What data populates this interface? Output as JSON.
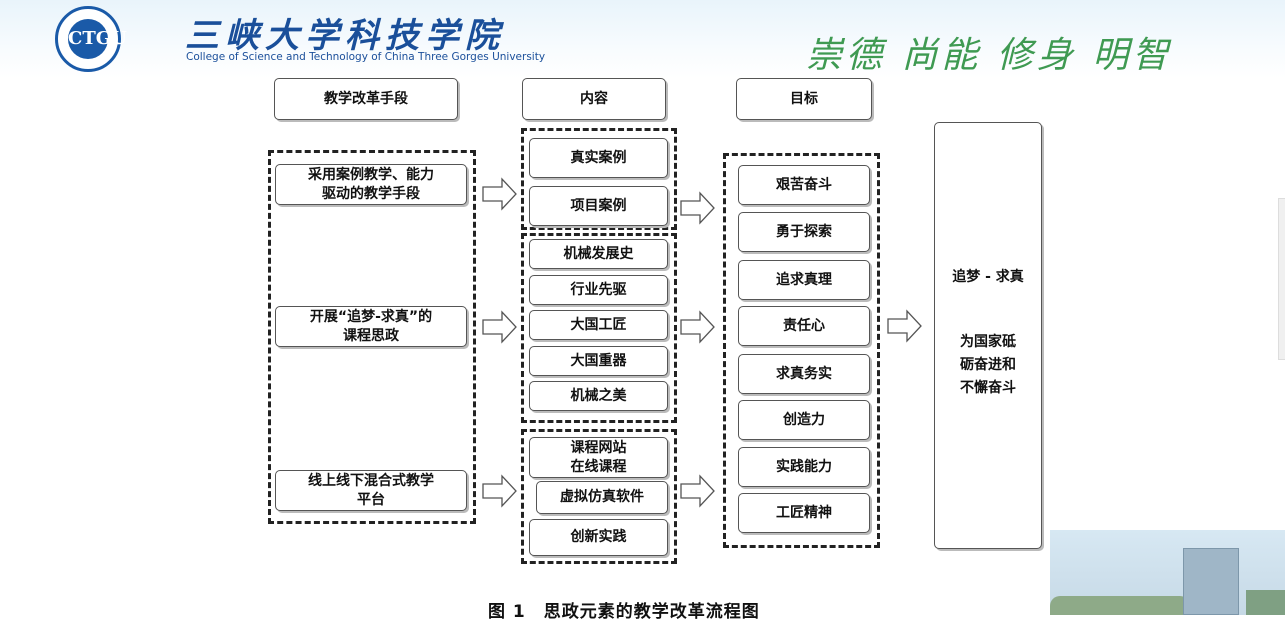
{
  "header": {
    "university_cn": "三峡大学科技学院",
    "university_en": "College of Science and Technology of China Three Gorges University",
    "motto": "崇德 尚能 修身 明智",
    "logo_text": "CTGU"
  },
  "figure": {
    "headers": [
      "教学改革手段",
      "内容",
      "目标"
    ],
    "methods": [
      "采用案例教学、能力\n驱动的教学手段",
      "开展“追梦-求真”的\n课程思政",
      "线上线下混合式教学\n平台"
    ],
    "content_group1": [
      "真实案例",
      "项目案例"
    ],
    "content_group2": [
      "机械发展史",
      "行业先驱",
      "大国工匠",
      "大国重器",
      "机械之美"
    ],
    "content_group3": [
      "课程网站\n在线课程",
      "虚拟仿真软件",
      "创新实践"
    ],
    "goals": [
      "艰苦奋斗",
      "勇于探索",
      "追求真理",
      "责任心",
      "求真务实",
      "创造力",
      "实践能力",
      "工匠精神"
    ],
    "final_title": "追梦 - 求真",
    "final_desc": "为国家砥\n砺奋进和\n不懈奋斗",
    "caption": "图 1　思政元素的教学改革流程图"
  }
}
